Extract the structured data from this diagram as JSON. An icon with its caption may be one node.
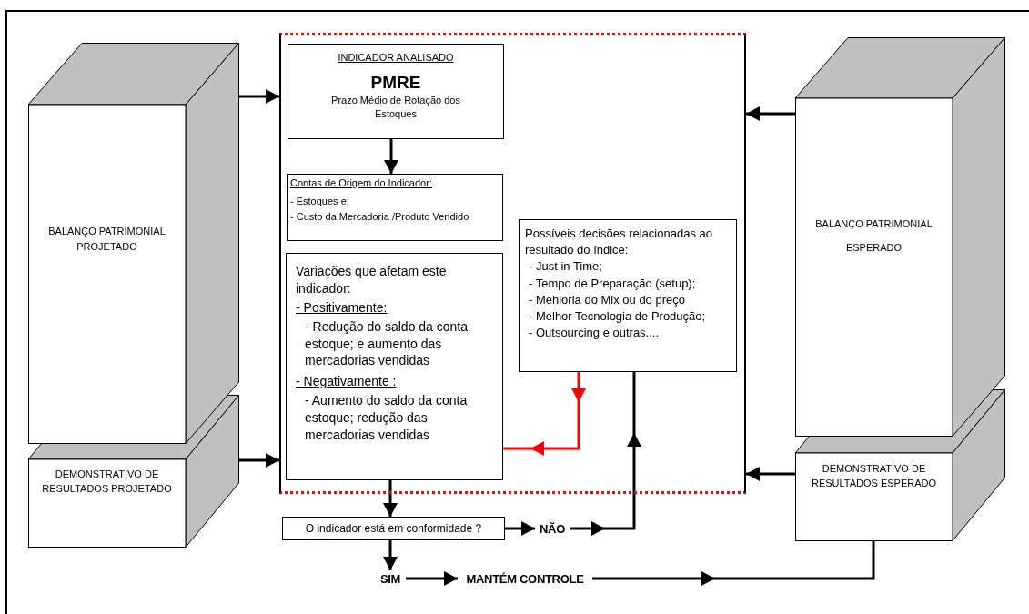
{
  "diagram": {
    "nodes": [
      {
        "text": [],
        "shape": "box"
      },
      {
        "text": [
          "INDICADOR ANALISADO",
          "PMRE",
          "Prazo Médio de Rotação dos Estoques"
        ],
        "in": 0
      },
      {
        "text": [
          "Contas de Origem do Indicador:",
          "- Estoques e;",
          "- Custo da Mercadoria /Produto Vendido"
        ],
        "in": 0
      },
      {
        "text": [
          "Variações que afetam este indicador:",
          "- Positivamente:",
          "- Redução do saldo da conta estoque; e aumento das mercadorias vendidas",
          "- Negativamente :",
          "- Aumento do saldo da conta estoque; redução das mercadorias vendidas"
        ],
        "in": 0
      },
      {
        "text": [
          "Possíveis decisões relacionadas ao resultado do índice:",
          "- Just in Time;",
          "- Tempo de Preparação (setup);",
          "- Mehloria do Mix ou do preço",
          "- Melhor  Tecnologia de Produção;",
          "- Outsourcing e outras...."
        ],
        "in": 0
      },
      {
        "text": [
          "BALANÇO PATRIMONIAL PROJETADO"
        ]
      },
      {
        "text": [
          "DEMONSTRATIVO DE RESULTADOS PROJETADO"
        ]
      },
      {
        "text": [
          "O indicador está em conformidade ?"
        ]
      },
      {
        "text": [
          "NÃO"
        ]
      },
      {
        "text": [
          "SIM"
        ]
      },
      {
        "text": [
          "MANTÉM CONTROLE"
        ]
      },
      {
        "text": [
          "BALANÇO PATRIMONIAL ESPERADO"
        ]
      },
      {
        "text": [
          "DEMONSTRATIVO DE RESULTADOS ESPERADO"
        ]
      }
    ],
    "edges": [
      {
        "from": 5,
        "to": 0,
        "arrow": "to"
      },
      {
        "from": 6,
        "to": 0,
        "arrow": "to"
      },
      {
        "from": 11,
        "to": 0,
        "arrow": "to"
      },
      {
        "from": 12,
        "to": 0,
        "arrow": "to"
      },
      {
        "from": 1,
        "to": 2,
        "arrow": "to"
      },
      {
        "from": 3,
        "to": 7,
        "arrow": "to"
      },
      {
        "from": 7,
        "to": 8,
        "arrow": "to"
      },
      {
        "from": 8,
        "to": 4,
        "arrow": "to"
      },
      {
        "from": 7,
        "to": 9,
        "arrow": "to"
      },
      {
        "from": 9,
        "to": 10,
        "arrow": "to"
      },
      {
        "from": 10,
        "to": 12,
        "arrow": "to"
      },
      {
        "from": 4,
        "to": 3,
        "arrow": "to",
        "color": "#ff0000"
      }
    ]
  }
}
